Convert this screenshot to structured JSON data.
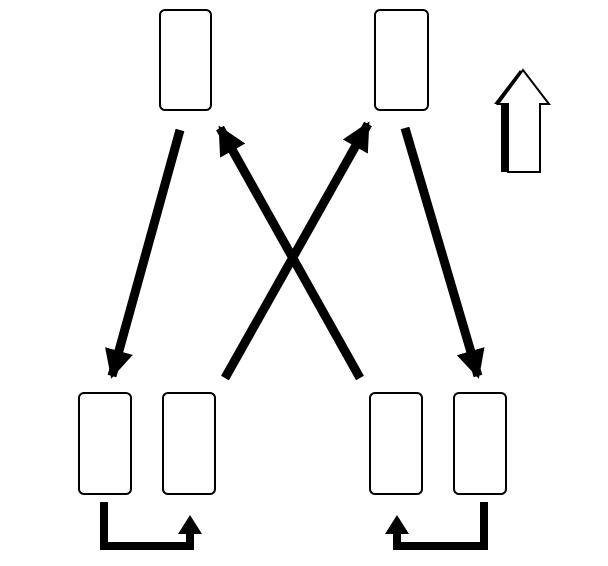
{
  "diagram": {
    "kind": "tire-rotation-pattern",
    "direction_indicator": "front-arrow-icon",
    "tires": [
      {
        "id": "front-left"
      },
      {
        "id": "front-right"
      },
      {
        "id": "rear-left-outer"
      },
      {
        "id": "rear-left-inner"
      },
      {
        "id": "rear-right-inner"
      },
      {
        "id": "rear-right-outer"
      }
    ],
    "moves": [
      {
        "from": "front-left",
        "to": "rear-left-outer",
        "name": "arrow-front-left-to-rear-left-outer"
      },
      {
        "from": "rear-right-inner",
        "to": "front-left",
        "name": "arrow-rear-right-inner-to-front-left"
      },
      {
        "from": "rear-left-inner",
        "to": "front-right",
        "name": "arrow-rear-left-inner-to-front-right"
      },
      {
        "from": "front-right",
        "to": "rear-right-outer",
        "name": "arrow-front-right-to-rear-right-outer"
      },
      {
        "from": "rear-left-outer",
        "to": "rear-left-inner",
        "name": "arrow-rear-left-outer-to-rear-left-inner"
      },
      {
        "from": "rear-right-outer",
        "to": "rear-right-inner",
        "name": "arrow-rear-right-outer-to-rear-right-inner"
      }
    ],
    "colors": {
      "stroke": "#000000",
      "fill": "#ffffff"
    }
  }
}
